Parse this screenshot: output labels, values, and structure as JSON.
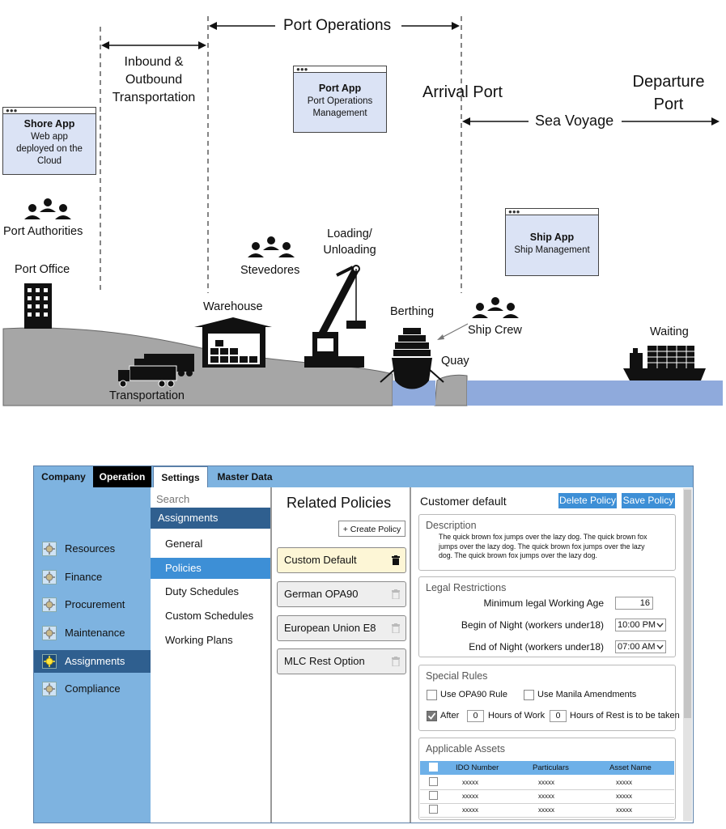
{
  "diagram": {
    "port_operations": "Port Operations",
    "inbound_outbound": [
      "Inbound &",
      "Outbound",
      "Transportation"
    ],
    "arrival_port": "Arrival Port",
    "departure_port": [
      "Departure",
      "Port"
    ],
    "sea_voyage": "Sea Voyage",
    "shore_app": {
      "title": "Shore App",
      "lines": [
        "Web app",
        "deployed on the",
        "Cloud"
      ]
    },
    "port_app": {
      "title": "Port App",
      "lines": [
        "Port Operations",
        "Management"
      ]
    },
    "ship_app": {
      "title": "Ship App",
      "lines": [
        "Ship Management"
      ]
    },
    "port_authorities": "Port Authorities",
    "port_office": "Port Office",
    "stevedores": "Stevedores",
    "loading_unloading": [
      "Loading/",
      "Unloading"
    ],
    "warehouse": "Warehouse",
    "berthing": "Berthing",
    "ship_crew": "Ship Crew",
    "quay": "Quay",
    "waiting": "Waiting",
    "transportation": "Transportation",
    "colors": {
      "ground": "#a6a6a6",
      "sea": "#8faadc",
      "app_box": "#dbe3f5"
    }
  },
  "ui": {
    "top_tabs": {
      "company": "Company",
      "operation": "Operation",
      "settings": "Settings",
      "master_data": "Master Data"
    },
    "nav": [
      "Resources",
      "Finance",
      "Procurement",
      "Maintenance",
      "Assignments",
      "Compliance"
    ],
    "nav_selected": "Assignments",
    "search_placeholder": "Search",
    "sub_header": "Assignments",
    "sub_items": [
      "General",
      "Policies",
      "Duty Schedules",
      "Custom Schedules",
      "Working Plans"
    ],
    "sub_selected": "Policies",
    "related_policies_title": "Related Policies",
    "create_policy": "+ Create Policy",
    "policies": [
      "Custom Default",
      "German OPA90",
      "European Union E8",
      "MLC Rest Option"
    ],
    "detail": {
      "title": "Customer default",
      "delete_btn": "Delete Policy",
      "save_btn": "Save Policy",
      "description_title": "Description",
      "description_lines": [
        "The quick brown fox jumps over the lazy   dog. The quick brown fox",
        "jumps over the lazy dog. The quick brown fox jumps over the lazy",
        "dog. The quick brown fox jumps over the lazy dog."
      ],
      "legal_title": "Legal Restrictions",
      "min_age_label": "Minimum legal Working Age",
      "min_age_value": "16",
      "begin_night_label": "Begin of Night (workers under18)",
      "begin_night_value": "10:00 PM",
      "end_night_label": "End of Night (workers under18)",
      "end_night_value": "07:00 AM",
      "special_title": "Special Rules",
      "opa90_rule": "Use OPA90 Rule",
      "manila": "Use Manila Amendments",
      "after_label": "After",
      "after_value": "0",
      "hours_work": "Hours of Work",
      "rest_value": "0",
      "hours_rest": "Hours of Rest is to be taken",
      "assets_title": "Applicable Assets",
      "table_headers": [
        "IDO Number",
        "Particulars",
        "Asset Name"
      ],
      "table_rows": [
        [
          "xxxxx",
          "xxxxx",
          "xxxxx"
        ],
        [
          "xxxxx",
          "xxxxx",
          "xxxxx"
        ],
        [
          "xxxxx",
          "xxxxx",
          "xxxxx"
        ]
      ]
    }
  }
}
